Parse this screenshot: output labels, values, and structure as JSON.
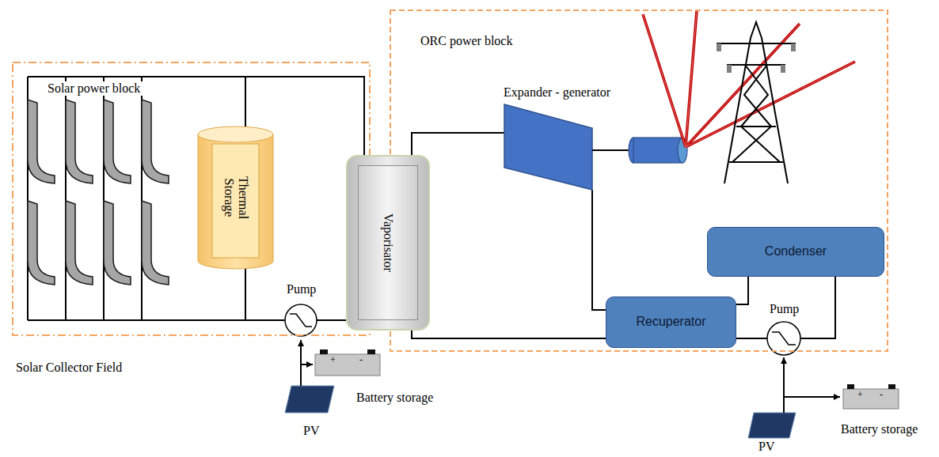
{
  "diagram": {
    "nodes": [
      {
        "text": [
          "Solar power block"
        ]
      },
      {
        "text": [
          "ORC power block"
        ]
      },
      {
        "text": [
          "Thermal Storage"
        ],
        "in": 0
      },
      {
        "text": [
          "Vaporisator"
        ]
      },
      {
        "text": [
          "Condenser"
        ],
        "in": 1
      },
      {
        "text": [
          "Recuperator"
        ],
        "in": 1
      }
    ],
    "edges": [
      {
        "from": 2,
        "to": 3,
        "arrow": "none"
      },
      {
        "from": 3,
        "to": 5,
        "arrow": "none"
      },
      {
        "from": 5,
        "to": 4,
        "arrow": "none"
      }
    ],
    "labels": [
      "Expander - generator",
      "Pump",
      "Pump",
      "Solar Collector Field",
      "+",
      "-",
      "Battery storage",
      "PV",
      "+",
      "-",
      "Battery storage",
      "PV"
    ]
  }
}
